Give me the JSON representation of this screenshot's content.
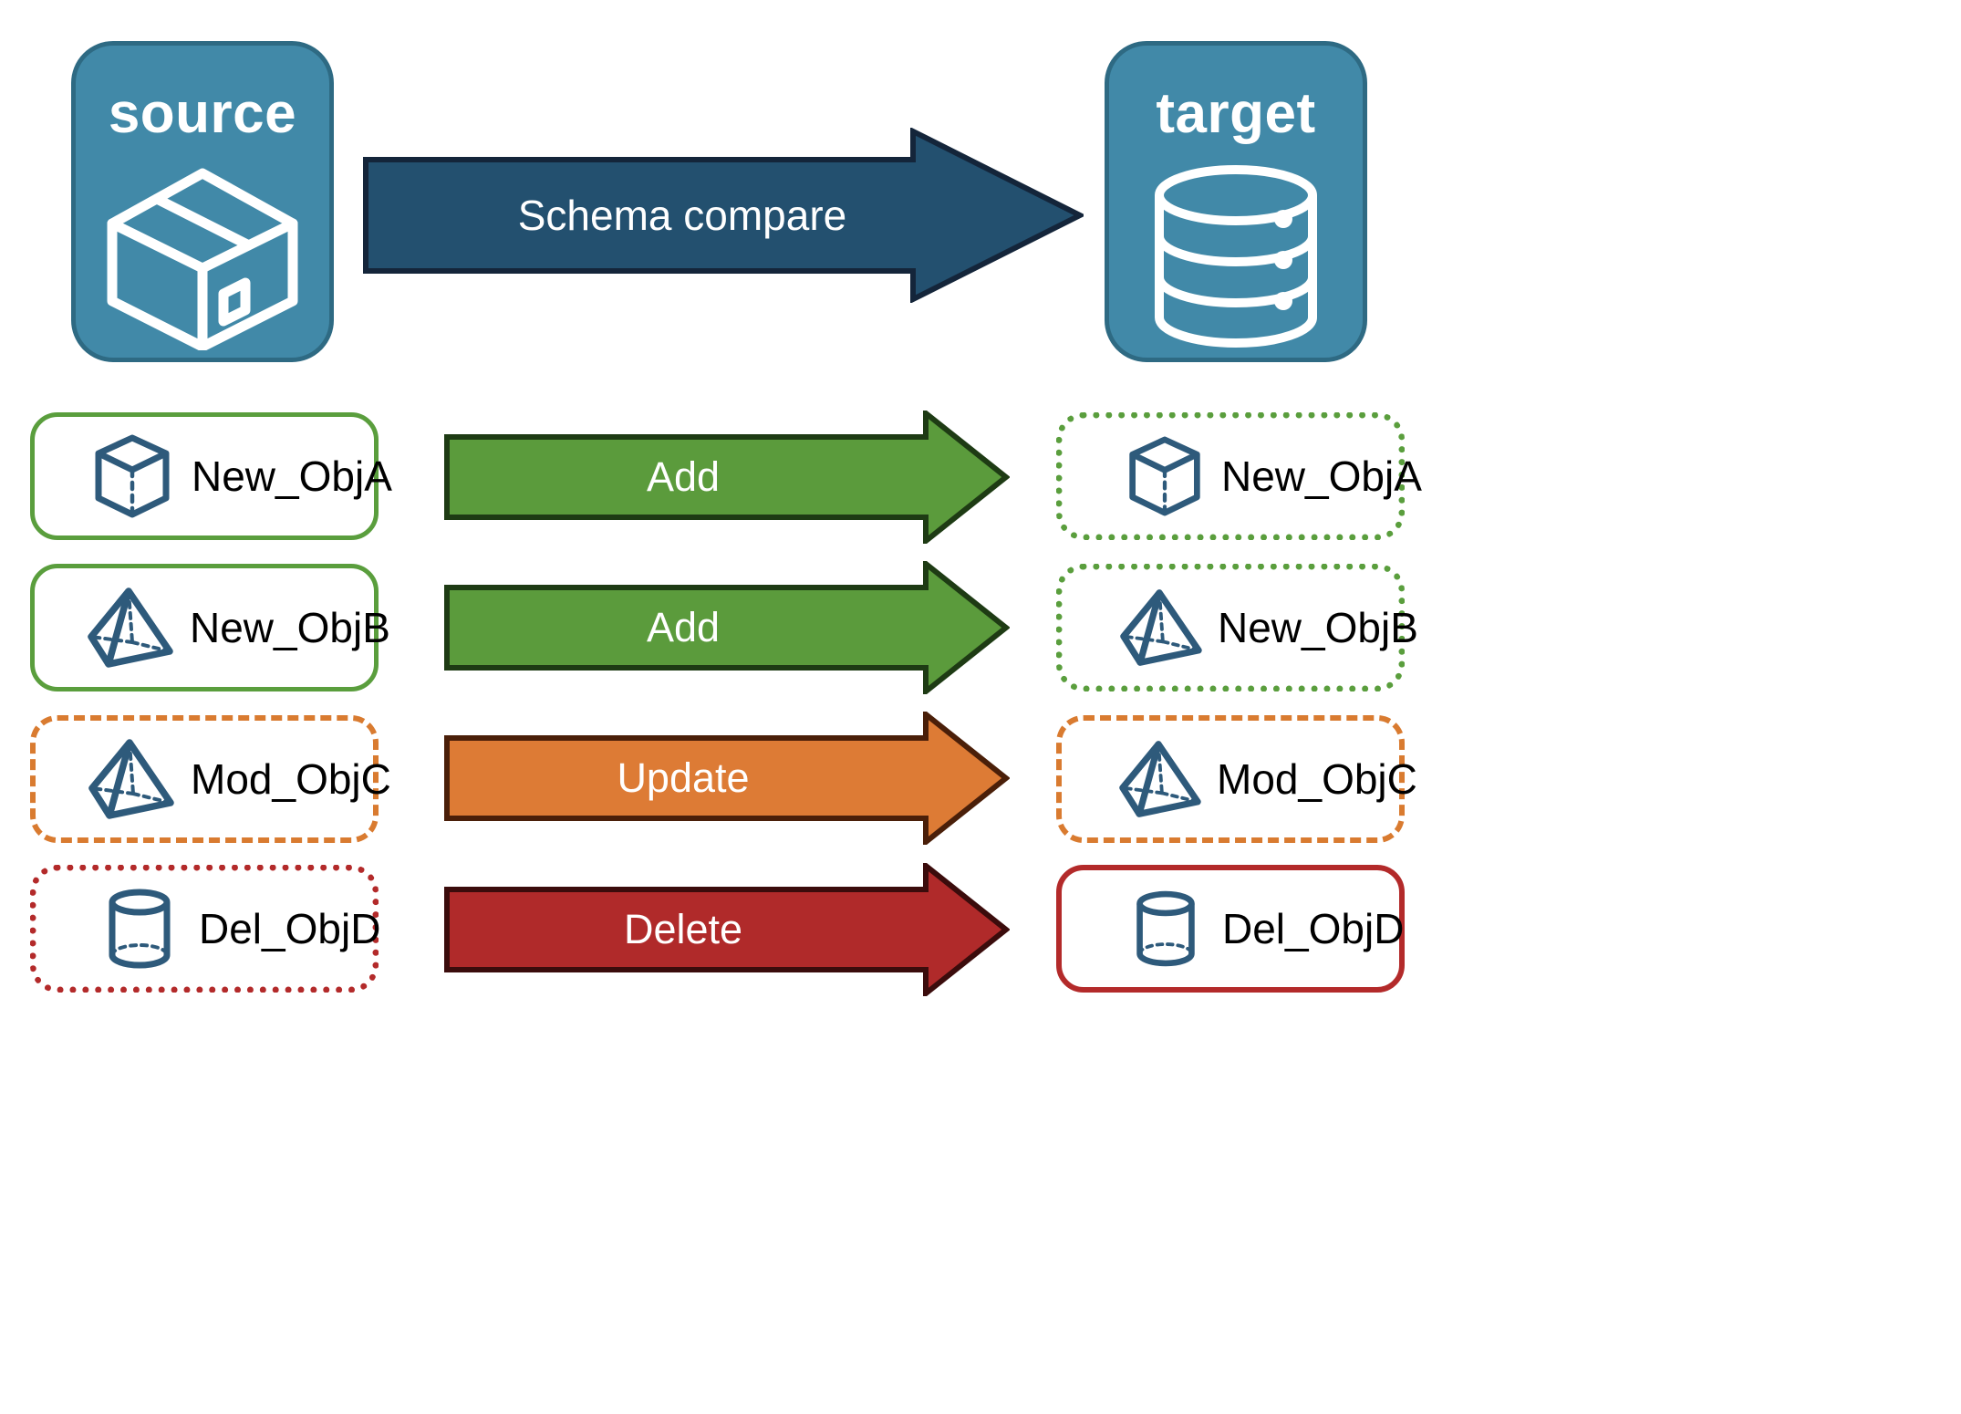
{
  "diagram": {
    "title": "Schema compare source to target",
    "source": {
      "label": "source",
      "icon": "package-box-icon"
    },
    "target": {
      "label": "target",
      "icon": "database-cylinder-icon"
    },
    "main_arrow": {
      "label": "Schema compare",
      "fill": "#23506F",
      "stroke": "#14253A"
    },
    "rows": [
      {
        "source_label": "New_ObjA",
        "source_icon": "cube-wireframe-icon",
        "source_border": "green-solid",
        "action": "Add",
        "arrow_fill": "#5B9B3C",
        "arrow_stroke": "#1E3B14",
        "target_label": "New_ObjA",
        "target_icon": "cube-wireframe-icon",
        "target_border": "green-dotted"
      },
      {
        "source_label": "New_ObjB",
        "source_icon": "pyramid-wireframe-icon",
        "source_border": "green-solid",
        "action": "Add",
        "arrow_fill": "#5B9B3C",
        "arrow_stroke": "#1E3B14",
        "target_label": "New_ObjB",
        "target_icon": "pyramid-wireframe-icon",
        "target_border": "green-dotted"
      },
      {
        "source_label": "Mod_ObjC",
        "source_icon": "pyramid-wireframe-icon",
        "source_border": "orange-dashed",
        "action": "Update",
        "arrow_fill": "#DD7B35",
        "arrow_stroke": "#4A1F09",
        "target_label": "Mod_ObjC",
        "target_icon": "pyramid-wireframe-icon",
        "target_border": "orange-dashed"
      },
      {
        "source_label": "Del_ObjD",
        "source_icon": "cylinder-wireframe-icon",
        "source_border": "red-dotted",
        "action": "Delete",
        "arrow_fill": "#B02A2A",
        "arrow_stroke": "#3B0C0C",
        "target_label": "Del_ObjD",
        "target_icon": "cylinder-wireframe-icon",
        "target_border": "red-solid"
      }
    ],
    "colors": {
      "endpoint_fill": "#4189A8",
      "endpoint_stroke": "#2E6A83",
      "object_icon": "#2E5A7B",
      "green": "#5A9E3D",
      "orange": "#D97B30",
      "red": "#B32A2A",
      "text": "#000000"
    }
  }
}
